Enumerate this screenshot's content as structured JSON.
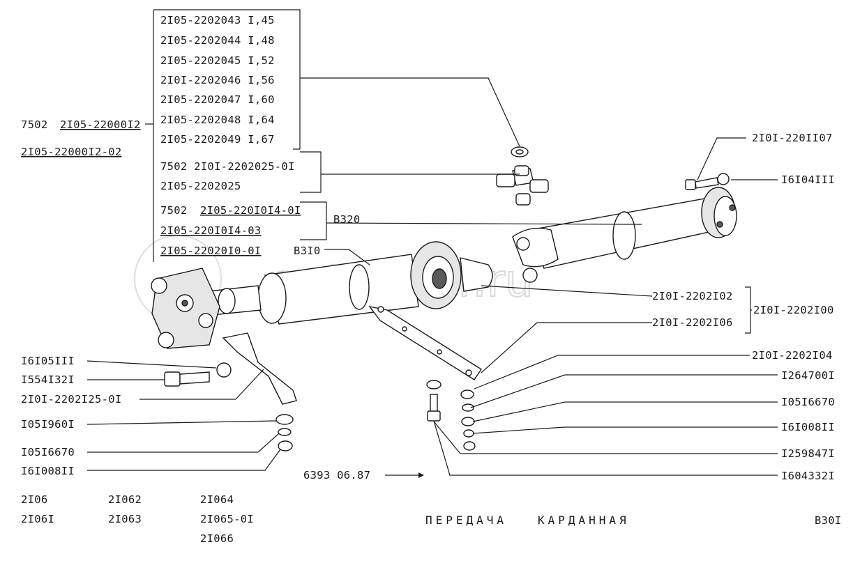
{
  "diagram": {
    "title": "ПЕРЕДАЧА   КАРДАННАЯ",
    "page_code": "B30I",
    "drawing_ref": "6393 06.87",
    "watermark": "autopiter.ru",
    "main_assembly": {
      "prefix": "7502",
      "number": "2I05-22000I2",
      "alt_number": "2I05-22000I2-02"
    },
    "cross_kit_list": [
      "2I05-2202043 I,45",
      "2I05-2202044 I,48",
      "2I05-2202045 I,52",
      "2I0I-2202046 I,56",
      "2I05-2202047 I,60",
      "2I05-2202048 I,64",
      "2I05-2202049 I,67"
    ],
    "cross_assembly": {
      "line1": "7502 2I0I-2202025-0I",
      "line2": "2I05-2202025"
    },
    "rear_shaft": {
      "prefix": "7502",
      "number": "2I05-220I0I4-0I",
      "alt_number": "2I05-220I0I4-03",
      "ref": "B320"
    },
    "front_shaft": {
      "number": "2I05-22020I0-0I",
      "ref": "B3I0"
    },
    "right_labels": {
      "bolt": "2I0I-220II07",
      "nut": "I6I04III",
      "bearing_a": "2I0I-2202I02",
      "bearing_b": "2I0I-2202I06",
      "bearing_group": "2I0I-2202I00",
      "bracket": "2I0I-2202I04",
      "washer_a": "I264700I",
      "washer_b": "I05I6670",
      "nut_b": "I6I008II",
      "washer_c": "I259847I",
      "bolt_b": "I604332I"
    },
    "left_labels": {
      "nut": "I6I05III",
      "bolt": "I554I32I",
      "bracket": "2I0I-2202I25-0I",
      "washer_a": "I05I960I",
      "washer_b": "I05I6670",
      "nut_b": "I6I008II"
    },
    "models": [
      "2I06",
      "2I06I",
      "2I062",
      "2I063",
      "2I064",
      "2I065-0I",
      "2I066"
    ]
  }
}
